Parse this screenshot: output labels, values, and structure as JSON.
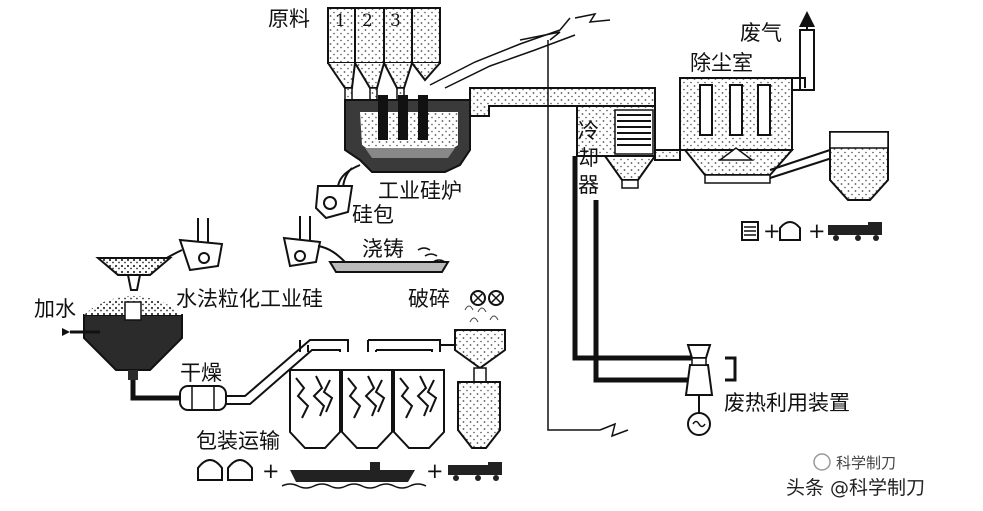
{
  "labels": {
    "raw_material": "原料",
    "bin_1": "1",
    "bin_2": "2",
    "bin_3": "3",
    "exhaust_gas": "废气",
    "dust_chamber": "除尘室",
    "cooler_1": "冷",
    "cooler_2": "却",
    "cooler_3": "器",
    "furnace": "工业硅炉",
    "silicon_ladle": "硅包",
    "casting": "浇铸",
    "water_granulation": "水法粒化工业硅",
    "add_water": "加水",
    "crushing": "破碎",
    "drying": "干燥",
    "packaging": "包装运输",
    "heat_recovery": "废热利用装置"
  },
  "symbols": {
    "plus_1": "+",
    "plus_2": "+",
    "plus_3": "+",
    "plus_4": "+"
  },
  "watermark": {
    "main": "头条 @科学制刀",
    "small": "科学制刀"
  },
  "colors": {
    "ink": "#111111",
    "water": "#2b2b2b",
    "dust": "#666666"
  }
}
